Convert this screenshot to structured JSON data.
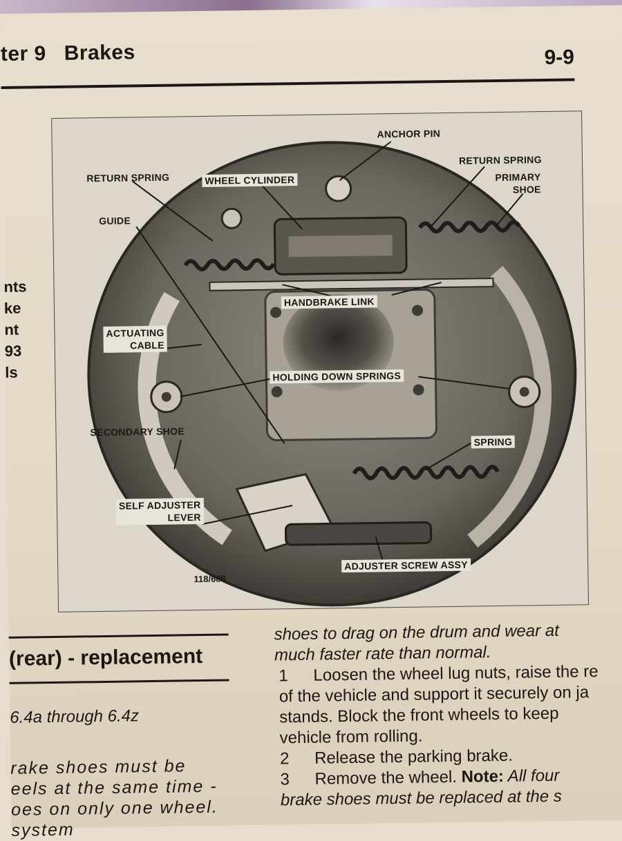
{
  "header": {
    "chapter": "ter 9",
    "title": "Brakes",
    "page_number": "9-9"
  },
  "left_fragments": [
    "nts",
    "ke",
    "nt",
    "93",
    "ls"
  ],
  "figure": {
    "number": "118/688",
    "labels": {
      "anchor_pin": "ANCHOR PIN",
      "return_spring_left": "RETURN SPRING",
      "wheel_cylinder": "WHEEL CYLINDER",
      "return_spring_right": "RETURN SPRING",
      "primary_shoe_1": "PRIMARY",
      "primary_shoe_2": "SHOE",
      "guide": "GUIDE",
      "handbrake_link": "HANDBRAKE LINK",
      "actuating_1": "ACTUATING",
      "actuating_2": "CABLE",
      "holding_down_springs": "HOLDING DOWN SPRINGS",
      "secondary_shoe": "SECONDARY SHOE",
      "spring": "SPRING",
      "self_adjuster_1": "SELF ADJUSTER",
      "self_adjuster_2": "LEVER",
      "adjuster_screw": "ADJUSTER SCREW ASSY"
    }
  },
  "section": {
    "title": "(rear) - replacement",
    "subtitle": "6.4a through 6.4z",
    "left_body": [
      "rake shoes must be",
      "eels at the same time -",
      "oes on only one wheel.",
      "             system"
    ]
  },
  "right_column": {
    "line1": "shoes to drag on the drum and wear at",
    "line2": "much faster rate than normal.",
    "s1_num": "1",
    "s1_a": "Loosen the wheel lug nuts, raise the re",
    "s1_b": "of the vehicle and support it securely on ja",
    "s1_c": "stands. Block the front wheels to keep",
    "s1_d": "vehicle from rolling.",
    "s2_num": "2",
    "s2_a": "Release the parking brake.",
    "s3_num": "3",
    "s3_a_pre": "Remove the wheel. ",
    "s3_a_note": "Note:",
    "s3_a_post": " All four",
    "s3_b": "brake shoes must be replaced at the s"
  }
}
